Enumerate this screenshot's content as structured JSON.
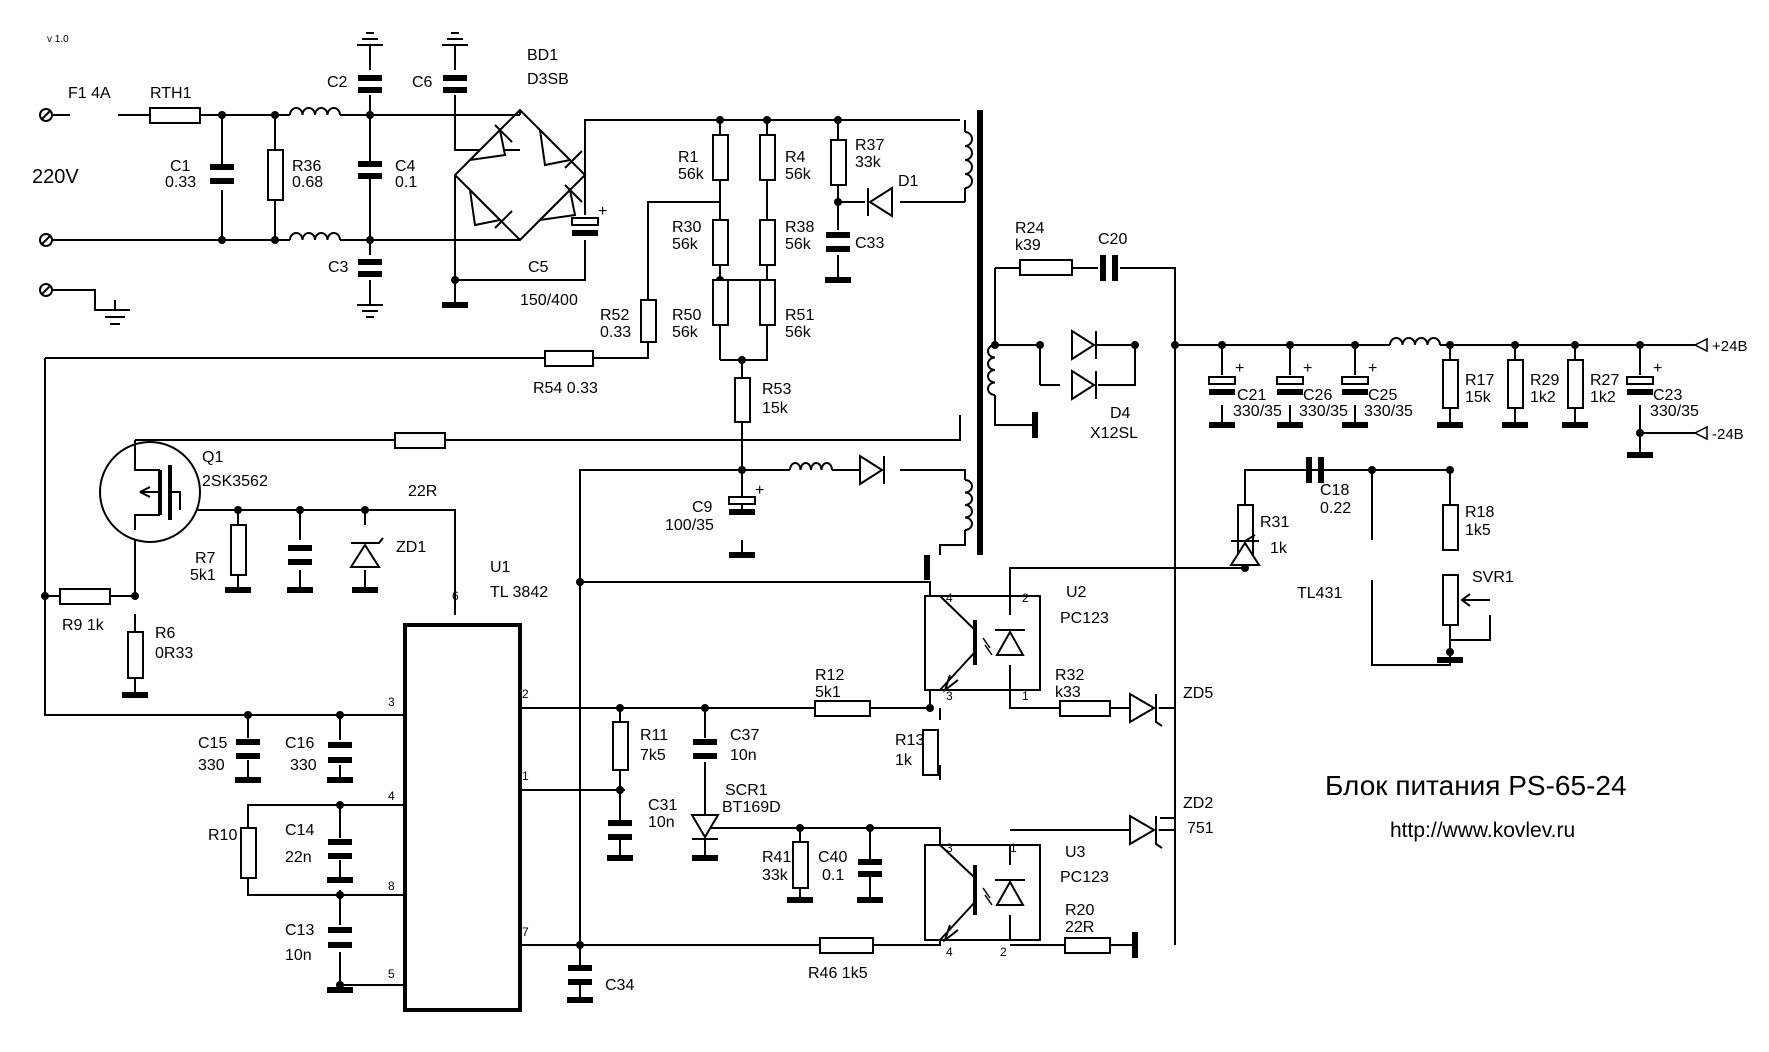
{
  "version": "v 1.0",
  "mains": "220V",
  "title": "Блок питания   PS-65-24",
  "url": "http://www.kovlev.ru",
  "outputs": {
    "pos": "+24В",
    "neg": "-24В"
  },
  "pins": [
    "1",
    "2",
    "3",
    "4",
    "5",
    "6",
    "7",
    "8"
  ],
  "labels": [
    {
      "id": "F1",
      "t": "F1  4A"
    },
    {
      "id": "RTH1",
      "t": "RTH1"
    },
    {
      "id": "C1",
      "t": "C1"
    },
    {
      "id": "C1v",
      "t": "0.33"
    },
    {
      "id": "R36",
      "t": "R36"
    },
    {
      "id": "R36v",
      "t": "0.68"
    },
    {
      "id": "C2",
      "t": "C2"
    },
    {
      "id": "C4",
      "t": "C4"
    },
    {
      "id": "C4v",
      "t": "0.1"
    },
    {
      "id": "C3",
      "t": "C3"
    },
    {
      "id": "C6",
      "t": "C6"
    },
    {
      "id": "BD1",
      "t": "BD1"
    },
    {
      "id": "BD1v",
      "t": "D3SB"
    },
    {
      "id": "C5",
      "t": "C5"
    },
    {
      "id": "C5v",
      "t": "150/400"
    },
    {
      "id": "R1",
      "t": "R1"
    },
    {
      "id": "R1v",
      "t": "56k"
    },
    {
      "id": "R4",
      "t": "R4"
    },
    {
      "id": "R4v",
      "t": "56k"
    },
    {
      "id": "R30",
      "t": "R30"
    },
    {
      "id": "R30v",
      "t": "56k"
    },
    {
      "id": "R38",
      "t": "R38"
    },
    {
      "id": "R38v",
      "t": "56k"
    },
    {
      "id": "R50",
      "t": "R50"
    },
    {
      "id": "R50v",
      "t": "56k"
    },
    {
      "id": "R51",
      "t": "R51"
    },
    {
      "id": "R51v",
      "t": "56k"
    },
    {
      "id": "R37",
      "t": "R37"
    },
    {
      "id": "R37v",
      "t": "33k"
    },
    {
      "id": "D1",
      "t": "D1"
    },
    {
      "id": "C33",
      "t": "C33"
    },
    {
      "id": "R52",
      "t": "R52"
    },
    {
      "id": "R52v",
      "t": "0.33"
    },
    {
      "id": "R54",
      "t": "R54  0.33"
    },
    {
      "id": "R53",
      "t": "R53"
    },
    {
      "id": "R53v",
      "t": "15k"
    },
    {
      "id": "Q1",
      "t": "Q1"
    },
    {
      "id": "Q1v",
      "t": "2SK3562"
    },
    {
      "id": "R22",
      "t": "22R"
    },
    {
      "id": "ZD1",
      "t": "ZD1"
    },
    {
      "id": "R7",
      "t": "R7"
    },
    {
      "id": "R7v",
      "t": "5k1"
    },
    {
      "id": "R9",
      "t": "R9   1k"
    },
    {
      "id": "R6",
      "t": "R6"
    },
    {
      "id": "R6v",
      "t": "0R33"
    },
    {
      "id": "U1",
      "t": "U1"
    },
    {
      "id": "U1v",
      "t": "TL 3842"
    },
    {
      "id": "C9",
      "t": "C9"
    },
    {
      "id": "C9v",
      "t": "100/35"
    },
    {
      "id": "R24",
      "t": "R24"
    },
    {
      "id": "R24v",
      "t": "k39"
    },
    {
      "id": "C20",
      "t": "C20"
    },
    {
      "id": "D4",
      "t": "D4"
    },
    {
      "id": "D4v",
      "t": "X12SL"
    },
    {
      "id": "C21",
      "t": "C21"
    },
    {
      "id": "C21v",
      "t": "330/35"
    },
    {
      "id": "C26",
      "t": "C26"
    },
    {
      "id": "C26v",
      "t": "330/35"
    },
    {
      "id": "C25",
      "t": "C25"
    },
    {
      "id": "C25v",
      "t": "330/35"
    },
    {
      "id": "R17",
      "t": "R17"
    },
    {
      "id": "R17v",
      "t": "15k"
    },
    {
      "id": "R29",
      "t": "R29"
    },
    {
      "id": "R29v",
      "t": "1k2"
    },
    {
      "id": "R27",
      "t": "R27"
    },
    {
      "id": "R27v",
      "t": "1k2"
    },
    {
      "id": "C23",
      "t": "C23"
    },
    {
      "id": "C23v",
      "t": "330/35"
    },
    {
      "id": "C18",
      "t": "C18"
    },
    {
      "id": "C18v",
      "t": "0.22"
    },
    {
      "id": "R31",
      "t": "R31"
    },
    {
      "id": "R31v",
      "t": "1k"
    },
    {
      "id": "R18",
      "t": "R18"
    },
    {
      "id": "R18v",
      "t": "1k5"
    },
    {
      "id": "SVR1",
      "t": "SVR1"
    },
    {
      "id": "TL431",
      "t": "TL431"
    },
    {
      "id": "U2",
      "t": "U2"
    },
    {
      "id": "U2v",
      "t": "PC123"
    },
    {
      "id": "R12",
      "t": "R12"
    },
    {
      "id": "R12v",
      "t": "5k1"
    },
    {
      "id": "R13",
      "t": "R13"
    },
    {
      "id": "R13v",
      "t": "1k"
    },
    {
      "id": "R32",
      "t": "R32"
    },
    {
      "id": "R32v",
      "t": "k33"
    },
    {
      "id": "ZD5",
      "t": "ZD5"
    },
    {
      "id": "ZD2",
      "t": "ZD2"
    },
    {
      "id": "ZD2v",
      "t": "751"
    },
    {
      "id": "R11",
      "t": "R11"
    },
    {
      "id": "R11v",
      "t": "7k5"
    },
    {
      "id": "C37",
      "t": "C37"
    },
    {
      "id": "C37v",
      "t": "10n"
    },
    {
      "id": "C31",
      "t": "C31"
    },
    {
      "id": "C31v",
      "t": "10n"
    },
    {
      "id": "SCR1",
      "t": "SCR1"
    },
    {
      "id": "SCR1v",
      "t": "BT169D"
    },
    {
      "id": "R41",
      "t": "R41"
    },
    {
      "id": "R41v",
      "t": "33k"
    },
    {
      "id": "C40",
      "t": "C40"
    },
    {
      "id": "C40v",
      "t": "0.1"
    },
    {
      "id": "U3",
      "t": "U3"
    },
    {
      "id": "U3v",
      "t": "PC123"
    },
    {
      "id": "R20",
      "t": "R20"
    },
    {
      "id": "R20v",
      "t": "22R"
    },
    {
      "id": "R46",
      "t": "R46   1k5"
    },
    {
      "id": "C15",
      "t": "C15"
    },
    {
      "id": "C15v",
      "t": "330"
    },
    {
      "id": "C16",
      "t": "C16"
    },
    {
      "id": "C16v",
      "t": "330"
    },
    {
      "id": "R10",
      "t": "R10"
    },
    {
      "id": "C14",
      "t": "C14"
    },
    {
      "id": "C14v",
      "t": "22n"
    },
    {
      "id": "C13",
      "t": "C13"
    },
    {
      "id": "C13v",
      "t": "10n"
    },
    {
      "id": "C34",
      "t": "C34"
    }
  ]
}
